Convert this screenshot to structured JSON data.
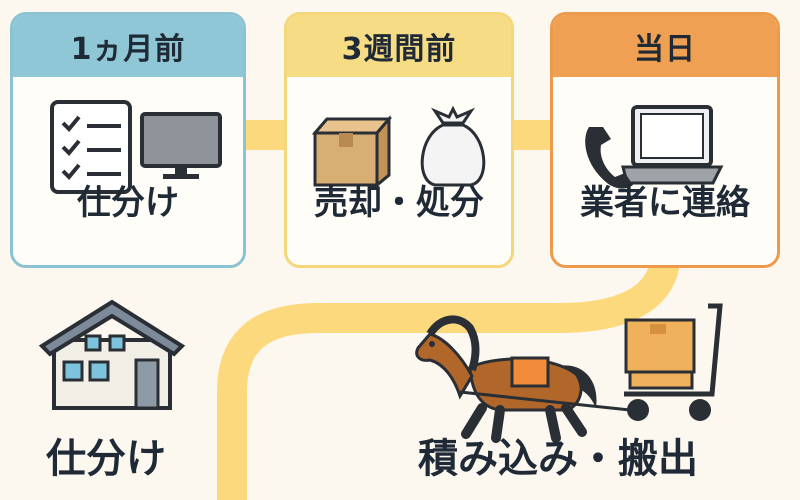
{
  "steps": [
    {
      "header": "1ヵ月前",
      "label": "仕分け"
    },
    {
      "header": "3週間前",
      "label": "売却・処分"
    },
    {
      "header": "当日",
      "label": "業者に連絡"
    }
  ],
  "bottom": {
    "left_label": "仕分け",
    "right_label": "積み込み・搬出"
  },
  "colors": {
    "path": "#fcd97c",
    "step1": "#8fc7d6",
    "step2": "#f7dc86",
    "step3": "#f0a052",
    "background": "#fcf8ef"
  },
  "icons": [
    "checklist-icon",
    "monitor-icon",
    "cardboard-box-icon",
    "trash-bag-icon",
    "telephone-icon",
    "laptop-icon",
    "house-icon",
    "horse-icon",
    "hand-truck-icon"
  ]
}
